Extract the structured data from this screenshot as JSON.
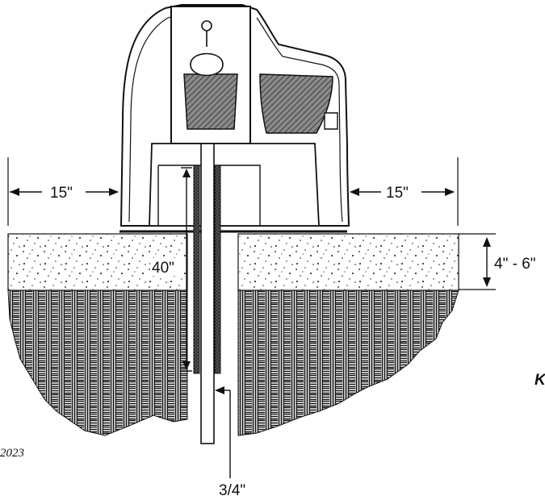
{
  "diagram": {
    "labels": {
      "left_clearance": "15\"",
      "right_clearance": "15\"",
      "slab_thickness": "4\" - 6\"",
      "depth": "40\"",
      "pipe_size": "3/4\"",
      "year_fragment": "2023",
      "edge_fragment": "K"
    },
    "colors": {
      "ink": "#111111",
      "water": "#777777",
      "background": "#ffffff"
    }
  }
}
